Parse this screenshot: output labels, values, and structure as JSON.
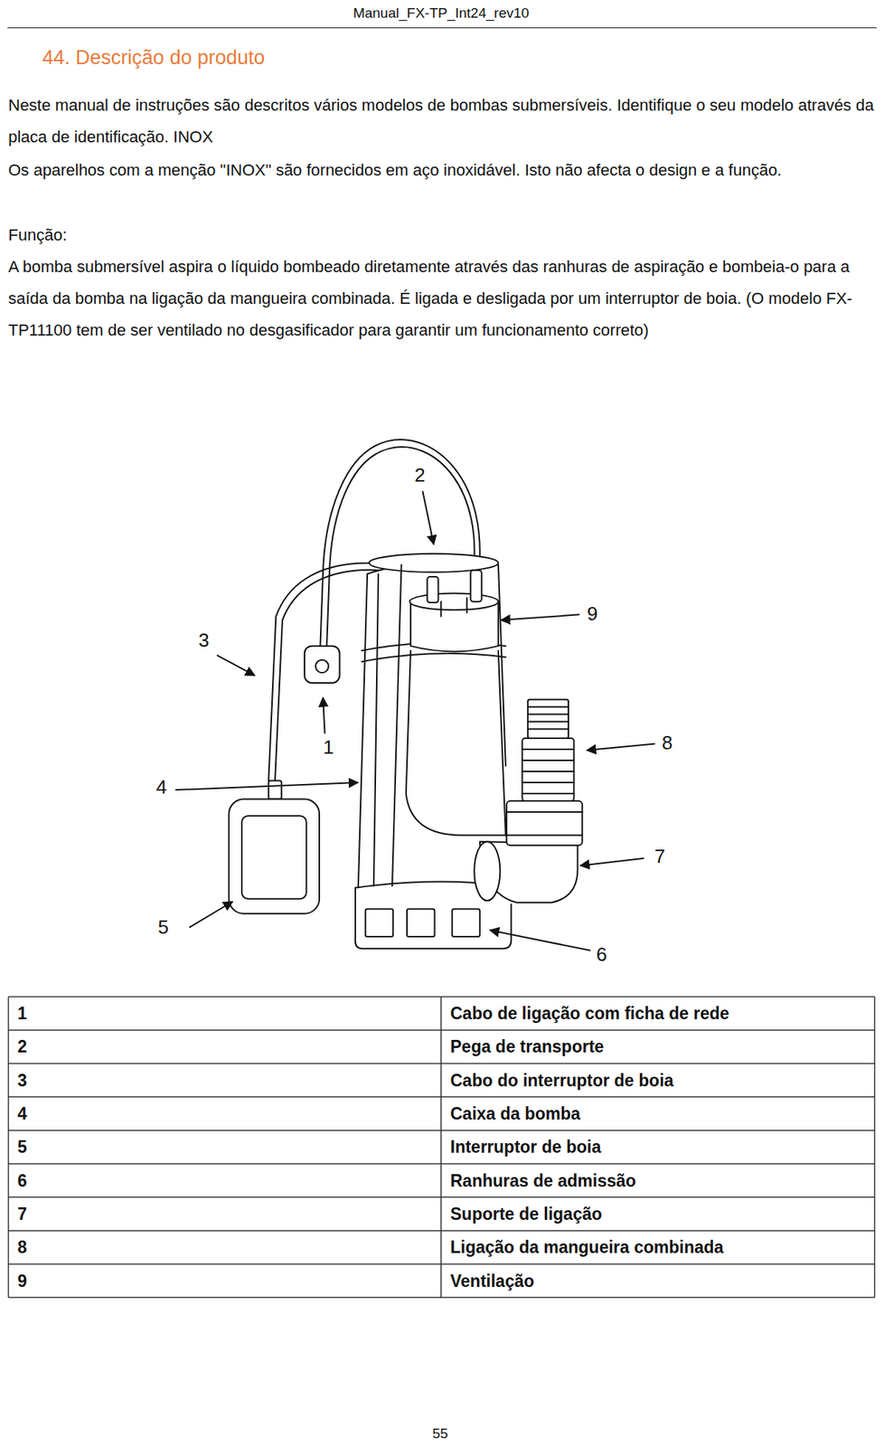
{
  "diagram": {
    "title": "44. Descrição do produto",
    "labels": [
      "Manual_FX-TP_Int24_rev10",
      "Neste manual de instruções são descritos vários modelos de bombas submersíveis. Identifique o seu modelo através da placa de identificação. INOX",
      "Os aparelhos com a menção \"INOX\" são fornecidos em aço inoxidável. Isto não afecta o design e a função.",
      "Função:",
      "A bomba submersível aspira o líquido bombeado diretamente através das ranhuras de aspiração e bombeia-o para a saída da bomba na ligação da mangueira combinada. É ligada e desligada por um interruptor de boia. (O modelo FX-TP11100 tem de ser ventilado no desgasificador para garantir um funcionamento correto)",
      "2",
      "9",
      "3",
      "8",
      "1",
      "4",
      "7",
      "5",
      "6",
      "1",
      "Cabo de ligação com ficha de rede",
      "2",
      "Pega de transporte",
      "3",
      "Cabo do interruptor de boia",
      "4",
      "Caixa da bomba",
      "5",
      "Interruptor de boia",
      "6",
      "Ranhuras de admissão",
      "7",
      "Suporte de ligação",
      "8",
      "Ligação da mangueira combinada",
      "9",
      "Ventilação",
      "55"
    ]
  }
}
